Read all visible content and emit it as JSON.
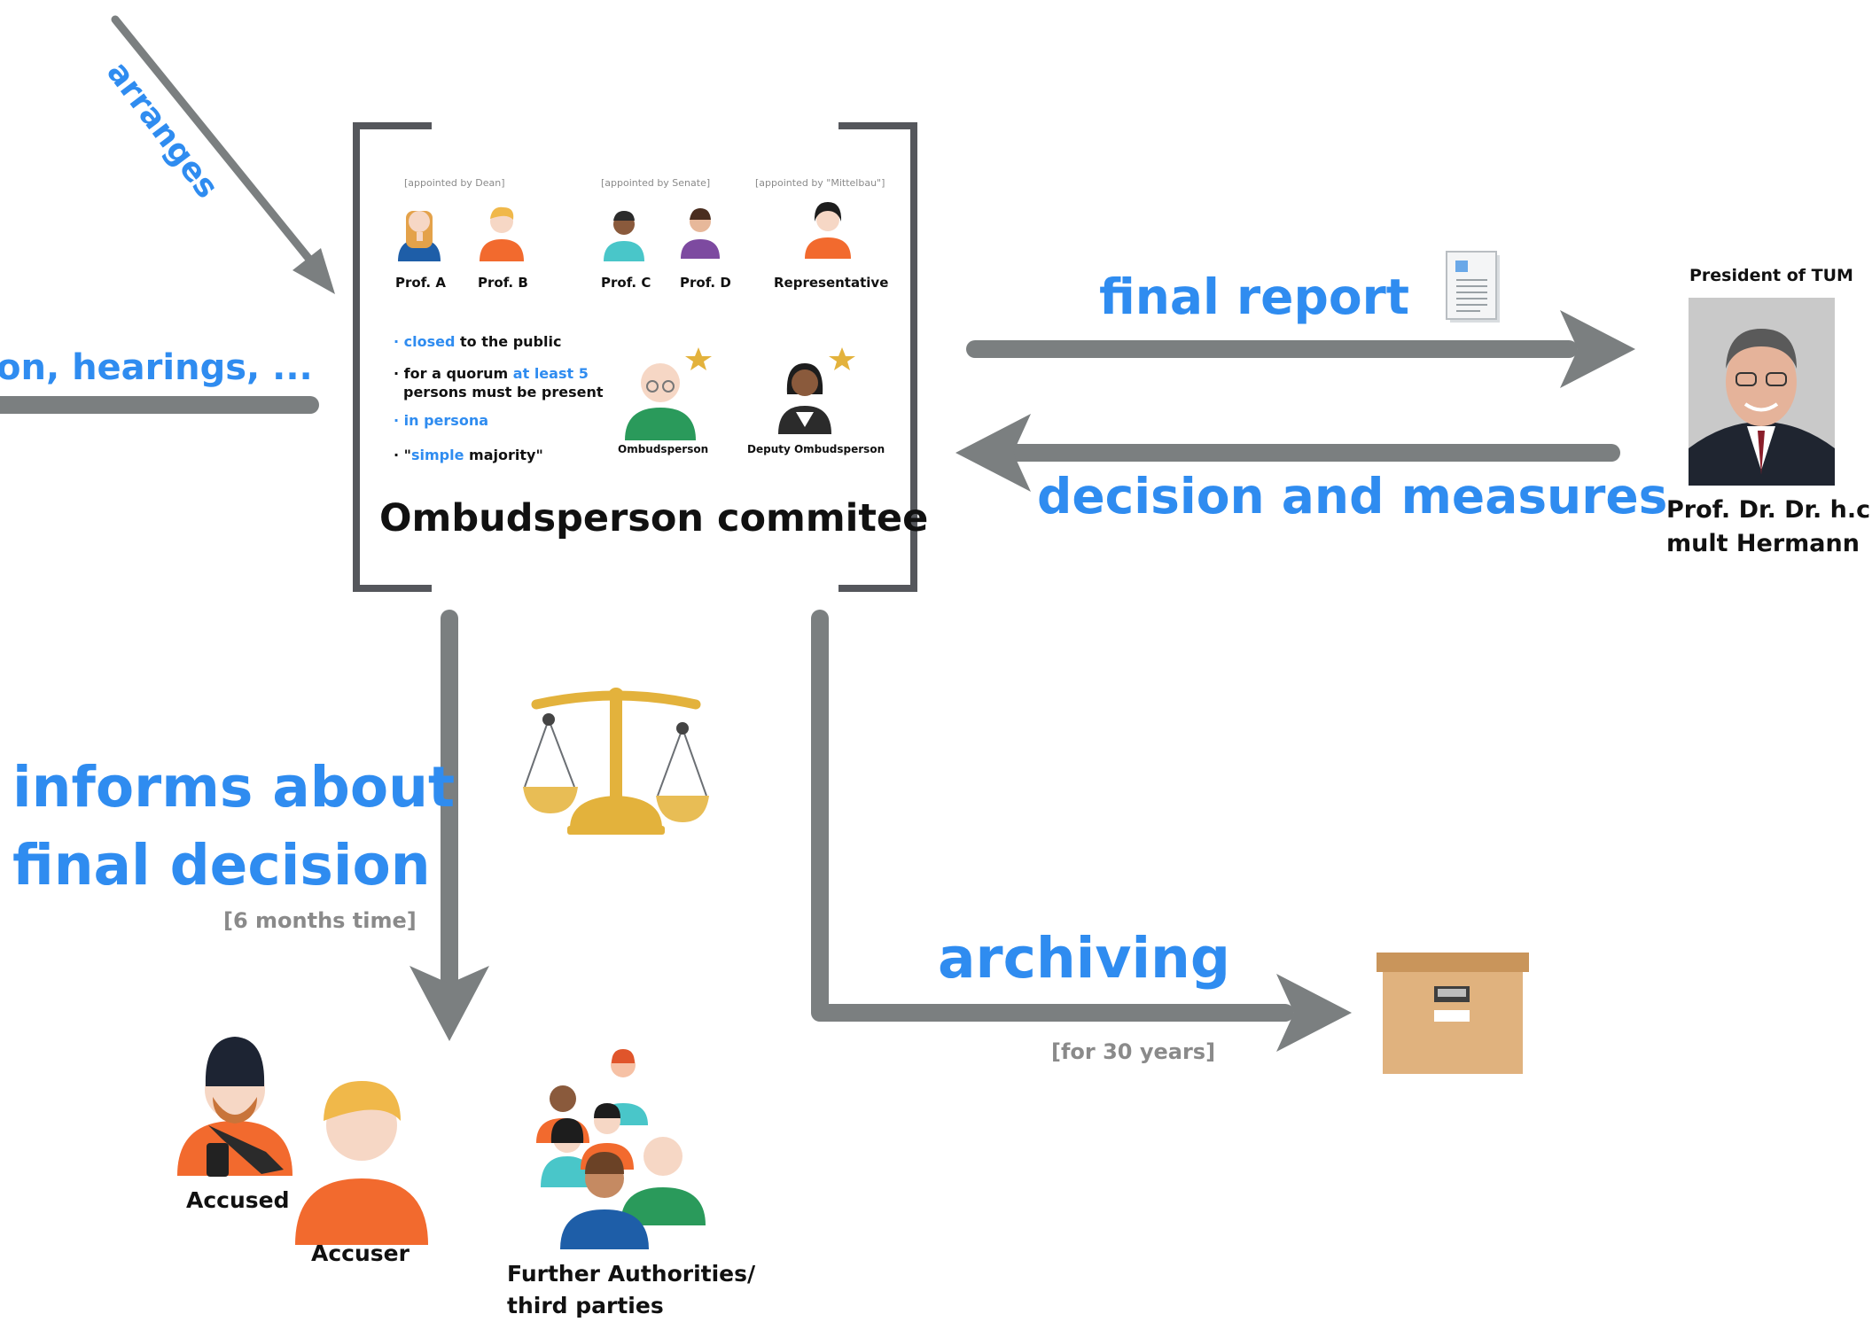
{
  "arrows": {
    "arranges": "arranges",
    "left_cut": "on, hearings, ...",
    "final_report": "final report",
    "decision": "decision and measures",
    "informs_line1": "informs about",
    "informs_line2": "final decision",
    "informs_note": "[6 months time]",
    "archiving": "archiving",
    "archiving_note": "[for 30 years]"
  },
  "committee": {
    "title": "Ombudsperson commitee",
    "groups": [
      {
        "caption": "[appointed by Dean]"
      },
      {
        "caption": "[appointed by Senate]"
      },
      {
        "caption": "[appointed by \"Mittelbau\"]"
      }
    ],
    "members": [
      {
        "label": "Prof. A"
      },
      {
        "label": "Prof. B"
      },
      {
        "label": "Prof. C"
      },
      {
        "label": "Prof. D"
      },
      {
        "label": "Representative"
      }
    ],
    "rules": [
      {
        "hl": "closed",
        "text": " to the public"
      },
      {
        "pre": "for a quorum ",
        "hl": "at least 5",
        "line2": "persons must be present"
      },
      {
        "hl": "in persona"
      },
      {
        "pre": "\"",
        "hl": "simple",
        "text": " majority\""
      }
    ],
    "ombudsperson": "Ombudsperson",
    "deputy": "Deputy Ombudsperson"
  },
  "president": {
    "title": "President of TUM",
    "name_line1": "Prof. Dr. Dr. h.c.",
    "name_line2": "mult Hermann"
  },
  "parties": {
    "accused": "Accused",
    "accuser": "Accuser",
    "further_line1": "Further Authorities/",
    "further_line2": "third parties"
  },
  "icons": [
    "document-icon",
    "scales-icon",
    "archive-box-icon",
    "star-icon"
  ],
  "colors": {
    "accent_blue": "#2f8cf0",
    "arrow_gray": "#7b7f80",
    "bracket_gray": "#55575c",
    "gold": "#e3b23c",
    "box_tan": "#e0b27e"
  }
}
